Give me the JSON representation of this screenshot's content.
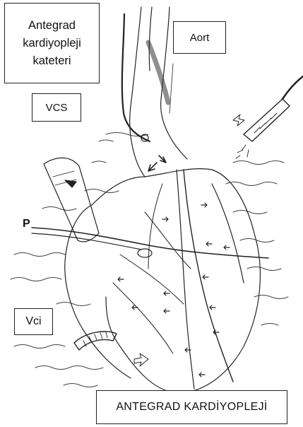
{
  "labels": {
    "catheter_line1": "Antegrad",
    "catheter_line2": "kardiyopleji",
    "catheter_line3": "kateteri",
    "aort": "Aort",
    "vcs": "VCS",
    "vci": "Vci",
    "p": "P",
    "title": "ANTEGRAD KARDİYOPLEJİ"
  }
}
